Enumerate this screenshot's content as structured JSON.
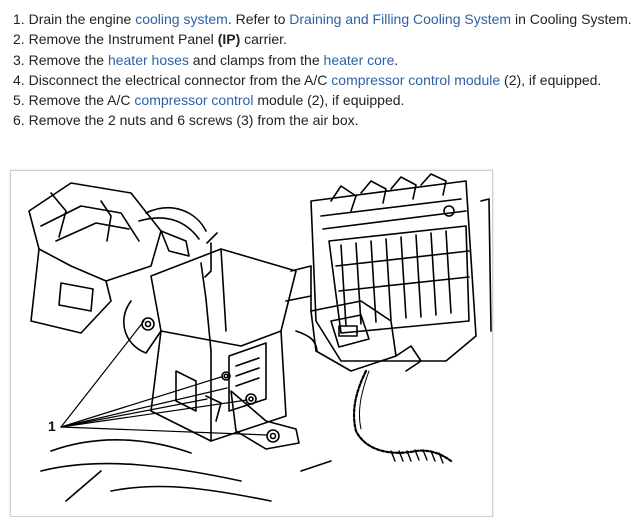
{
  "steps": [
    {
      "number": "1.",
      "before": "Drain the engine ",
      "link1": "cooling system",
      "middle": ". Refer to ",
      "link2": "Draining and Filling Cooling System",
      "after": " in Cooling System."
    },
    {
      "number": "2.",
      "before": "Remove the Instrument Panel ",
      "bold": "(IP)",
      "after": " carrier."
    },
    {
      "number": "3.",
      "before": "Remove the ",
      "link1": "heater hoses",
      "middle": " and clamps from the ",
      "link2": "heater core",
      "after": "."
    },
    {
      "number": "4.",
      "before": "Disconnect the electrical connector from the A/C ",
      "link1": "compressor control module",
      "after": " (2), if equipped."
    },
    {
      "number": "5.",
      "before": "Remove the A/C ",
      "link1": "compressor control",
      "after": " module (2), if equipped."
    },
    {
      "number": "6.",
      "before": "Remove the 2 nuts and 6 screws (3) from the air box."
    }
  ],
  "figure": {
    "callout_label": "1",
    "link_color": "#2b62a6",
    "text_color": "#222222"
  }
}
